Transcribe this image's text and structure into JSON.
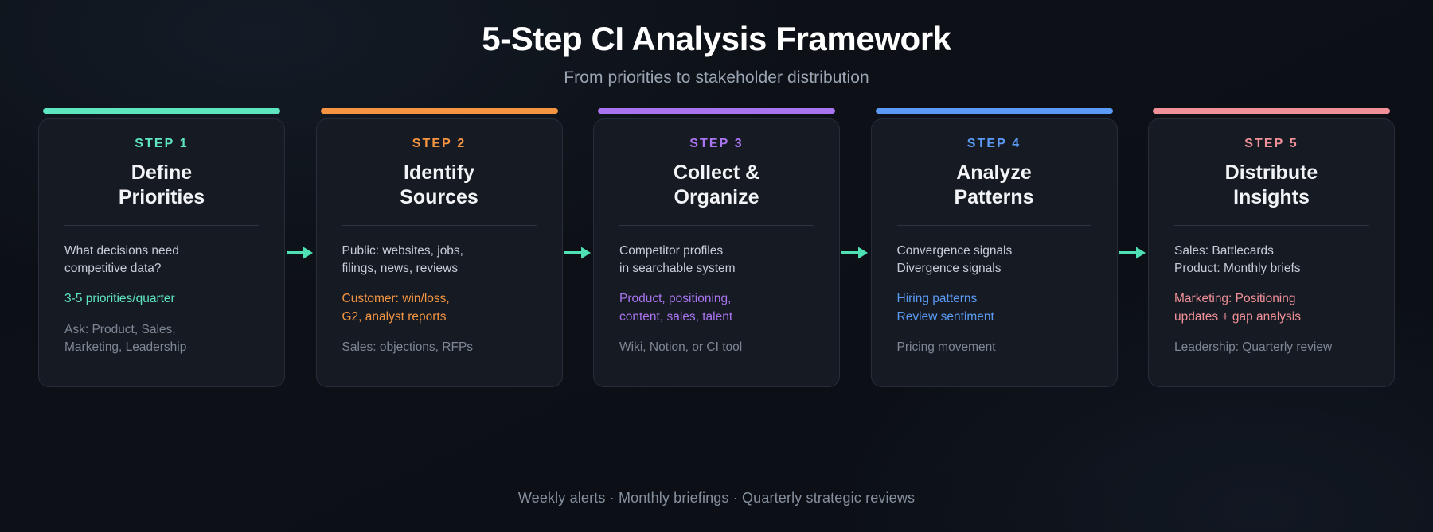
{
  "header": {
    "title": "5-Step CI Analysis Framework",
    "subtitle": "From priorities to stakeholder distribution"
  },
  "arrow_color": "#4fe0b5",
  "steps": [
    {
      "label": "STEP 1",
      "title": "Define\nPriorities",
      "color": "#5ee6c0",
      "primary": "What decisions need\ncompetitive data?",
      "accent": "3-5 priorities/quarter",
      "secondary": "Ask: Product, Sales,\nMarketing, Leadership"
    },
    {
      "label": "STEP 2",
      "title": "Identify\nSources",
      "color": "#f59542",
      "primary": "Public: websites, jobs,\nfilings, news, reviews",
      "accent": "Customer: win/loss,\nG2, analyst reports",
      "secondary": "Sales: objections, RFPs"
    },
    {
      "label": "STEP 3",
      "title": "Collect &\nOrganize",
      "color": "#a974f0",
      "primary": "Competitor profiles\nin searchable system",
      "accent": "Product, positioning,\ncontent, sales, talent",
      "secondary": "Wiki, Notion, or CI tool"
    },
    {
      "label": "STEP 4",
      "title": "Analyze\nPatterns",
      "color": "#5b9bf5",
      "primary": "Convergence signals\nDivergence signals",
      "accent": "Hiring patterns\nReview sentiment",
      "secondary": "Pricing movement"
    },
    {
      "label": "STEP 5",
      "title": "Distribute\nInsights",
      "color": "#f09098",
      "primary": "Sales: Battlecards\nProduct: Monthly briefs",
      "accent": "Marketing: Positioning\nupdates + gap analysis",
      "secondary": "Leadership: Quarterly review"
    }
  ],
  "footer": "Weekly alerts · Monthly briefings · Quarterly strategic reviews"
}
